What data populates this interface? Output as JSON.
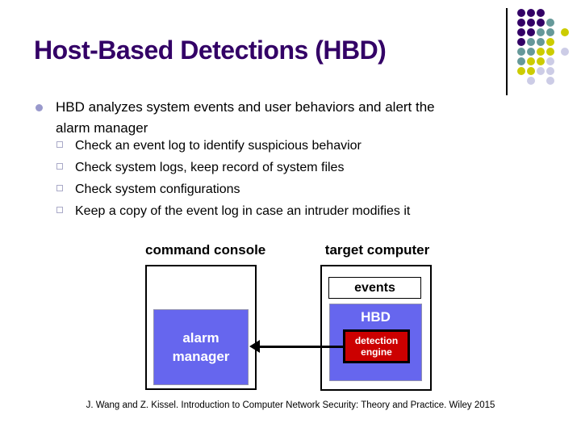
{
  "slide": {
    "title": "Host-Based Detections (HBD)"
  },
  "colors": {
    "title": "#330066",
    "bullet_dot": "#9999CC",
    "box_blue": "#6666EE",
    "box_red": "#CC0000",
    "dot_colors": {
      "purple": "#330066",
      "teal": "#669999",
      "yellow": "#CCCC00",
      "lavender": "#CCCCE6"
    }
  },
  "content": {
    "bullet": "HBD analyzes system events and user behaviors and alert the\nalarm manager",
    "sub_bullets": [
      "Check an event log to identify suspicious behavior",
      "Check system logs, keep record of system files",
      "Check system configurations",
      "Keep a copy of the event log in case an intruder modifies it"
    ]
  },
  "diagram": {
    "left_label": "command console",
    "right_label": "target computer",
    "alarm_box": "alarm\nmanager",
    "events_box": "events",
    "hbd_label": "HBD",
    "engine_box": "detection\nengine"
  },
  "footer": {
    "citation": "J. Wang and Z. Kissel. Introduction to Computer Network Security: Theory and Practice. Wiley 2015"
  },
  "decor": {
    "dots": [
      {
        "r": 0,
        "c": 0,
        "color": "purple"
      },
      {
        "r": 0,
        "c": 1,
        "color": "purple"
      },
      {
        "r": 0,
        "c": 2,
        "color": "purple"
      },
      {
        "r": 1,
        "c": 0,
        "color": "purple"
      },
      {
        "r": 1,
        "c": 1,
        "color": "purple"
      },
      {
        "r": 1,
        "c": 2,
        "color": "purple"
      },
      {
        "r": 1,
        "c": 3,
        "color": "teal"
      },
      {
        "r": 2,
        "c": 0,
        "color": "purple"
      },
      {
        "r": 2,
        "c": 1,
        "color": "purple"
      },
      {
        "r": 2,
        "c": 2,
        "color": "teal"
      },
      {
        "r": 2,
        "c": 3,
        "color": "teal"
      },
      {
        "r": 2,
        "c": 4.5,
        "color": "yellow"
      },
      {
        "r": 3,
        "c": 0,
        "color": "purple"
      },
      {
        "r": 3,
        "c": 1,
        "color": "teal"
      },
      {
        "r": 3,
        "c": 2,
        "color": "teal"
      },
      {
        "r": 3,
        "c": 3,
        "color": "yellow"
      },
      {
        "r": 4,
        "c": 0,
        "color": "teal"
      },
      {
        "r": 4,
        "c": 1,
        "color": "teal"
      },
      {
        "r": 4,
        "c": 2,
        "color": "yellow"
      },
      {
        "r": 4,
        "c": 3,
        "color": "yellow"
      },
      {
        "r": 4,
        "c": 4.5,
        "color": "lavender"
      },
      {
        "r": 5,
        "c": 0,
        "color": "teal"
      },
      {
        "r": 5,
        "c": 1,
        "color": "yellow"
      },
      {
        "r": 5,
        "c": 2,
        "color": "yellow"
      },
      {
        "r": 5,
        "c": 3,
        "color": "lavender"
      },
      {
        "r": 6,
        "c": 0,
        "color": "yellow"
      },
      {
        "r": 6,
        "c": 1,
        "color": "yellow"
      },
      {
        "r": 6,
        "c": 2,
        "color": "lavender"
      },
      {
        "r": 6,
        "c": 3,
        "color": "lavender"
      },
      {
        "r": 7,
        "c": 1,
        "color": "lavender"
      },
      {
        "r": 7,
        "c": 3,
        "color": "lavender"
      }
    ]
  }
}
